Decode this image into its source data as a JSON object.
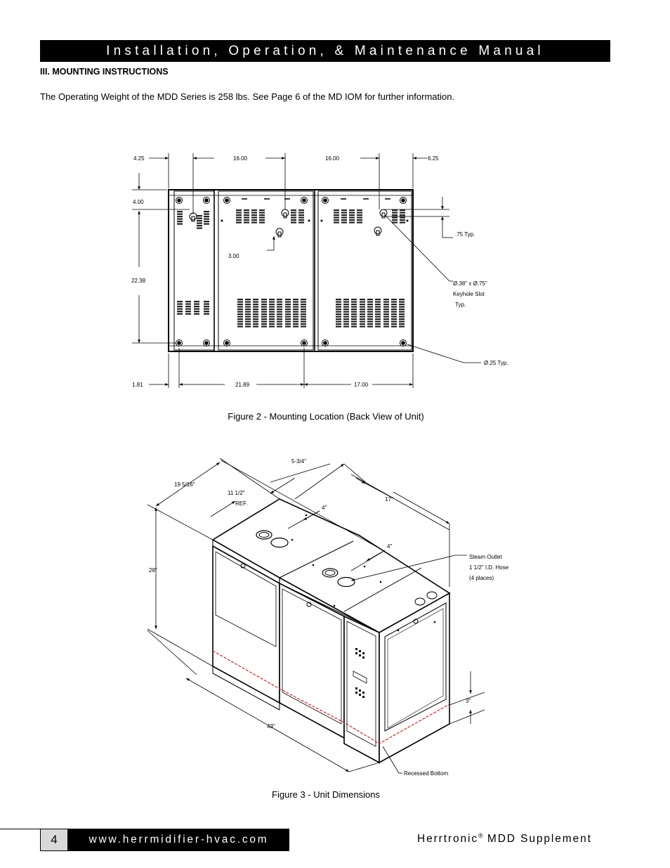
{
  "header": {
    "title": "Installation, Operation, & Maintenance Manual"
  },
  "section": {
    "heading": "III. MOUNTING INSTRUCTIONS"
  },
  "intro": {
    "text": "The Operating Weight of the MDD Series is 258 lbs. See Page 6 of the MD IOM for further information."
  },
  "figure2": {
    "caption": "Figure 2 - Mounting Location (Back View of Unit)",
    "dims": {
      "d425": "4.25",
      "d1600a": "16.00",
      "d1600b": "16.00",
      "d625": "6.25",
      "d400": "4.00",
      "d300": "3.00",
      "d2238": "22.38",
      "d181": "1.81",
      "d2189": "21.89",
      "d1700": "17.00",
      "typ75": ".75 Typ.",
      "keyhole1": "Ø.38\" x Ø.75\"",
      "keyhole2": "Keyhole Slot",
      "keyhole3": "Typ.",
      "hole25": "Ø.25 Typ."
    }
  },
  "figure3": {
    "caption": "Figure 3 - Unit Dimensions",
    "dims": {
      "d534": "5-3/4\"",
      "d19516": "19 5/16\"",
      "d1112": "11 1/2\"",
      "ref": "REF.",
      "d4a": "4\"",
      "d17": "17\"",
      "d4b": "4\"",
      "d28": "28\"",
      "d43": "43\"",
      "d3": "3\"",
      "steam1": "Steam Outlet",
      "steam2": "1 1/2\" I.D. Hose",
      "steam3": "(4 places)",
      "recessed": "Recessed Bottom"
    }
  },
  "footer": {
    "page_number": "4",
    "website": "www.herrmidifier-hvac.com",
    "brand": "Herrtronic",
    "registered": "®",
    "supplement": " MDD Supplement"
  }
}
